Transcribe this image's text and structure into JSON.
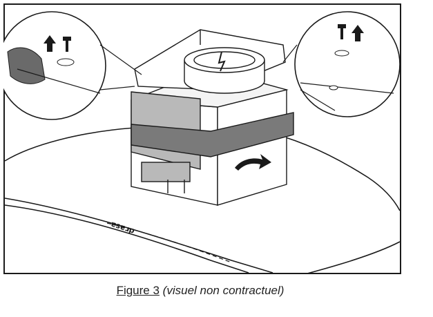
{
  "figure": {
    "brand_mark": "ɐsɐɹp",
    "caption_label": "Figure 3",
    "caption_note": "(visuel non contractuel)"
  },
  "colors": {
    "outline": "#1a1a1a",
    "tape_gray": "#7a7a7a",
    "bracket_gray": "#b9b9b9",
    "hood_fill": "#ffffff"
  },
  "icons": [
    "arrow-up-icon",
    "screw-icon",
    "rotate-arrow-icon"
  ]
}
